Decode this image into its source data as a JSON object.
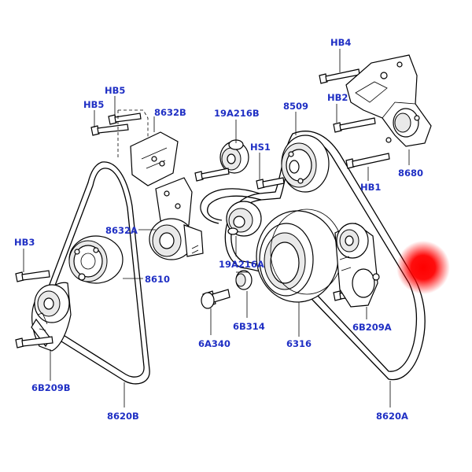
{
  "colors": {
    "label": "#1f2fc4",
    "line": "#000000",
    "marker": "#ff0000"
  },
  "labels": {
    "hb4": "HB4",
    "hb5_top": "HB5",
    "hb5_left": "HB5",
    "p8632b": "8632B",
    "p19a216b": "19A216B",
    "p8509": "8509",
    "hb2": "HB2",
    "hs1": "HS1",
    "p8680": "8680",
    "hb1": "HB1",
    "hb3": "HB3",
    "p8632a": "8632A",
    "p19a216a": "19A216A",
    "p8610": "8610",
    "p6b314": "6B314",
    "p6a340": "6A340",
    "p6316": "6316",
    "p6b209a": "6B209A",
    "p6b209b": "6B209B",
    "p8620b": "8620B",
    "p8620a": "8620A"
  }
}
